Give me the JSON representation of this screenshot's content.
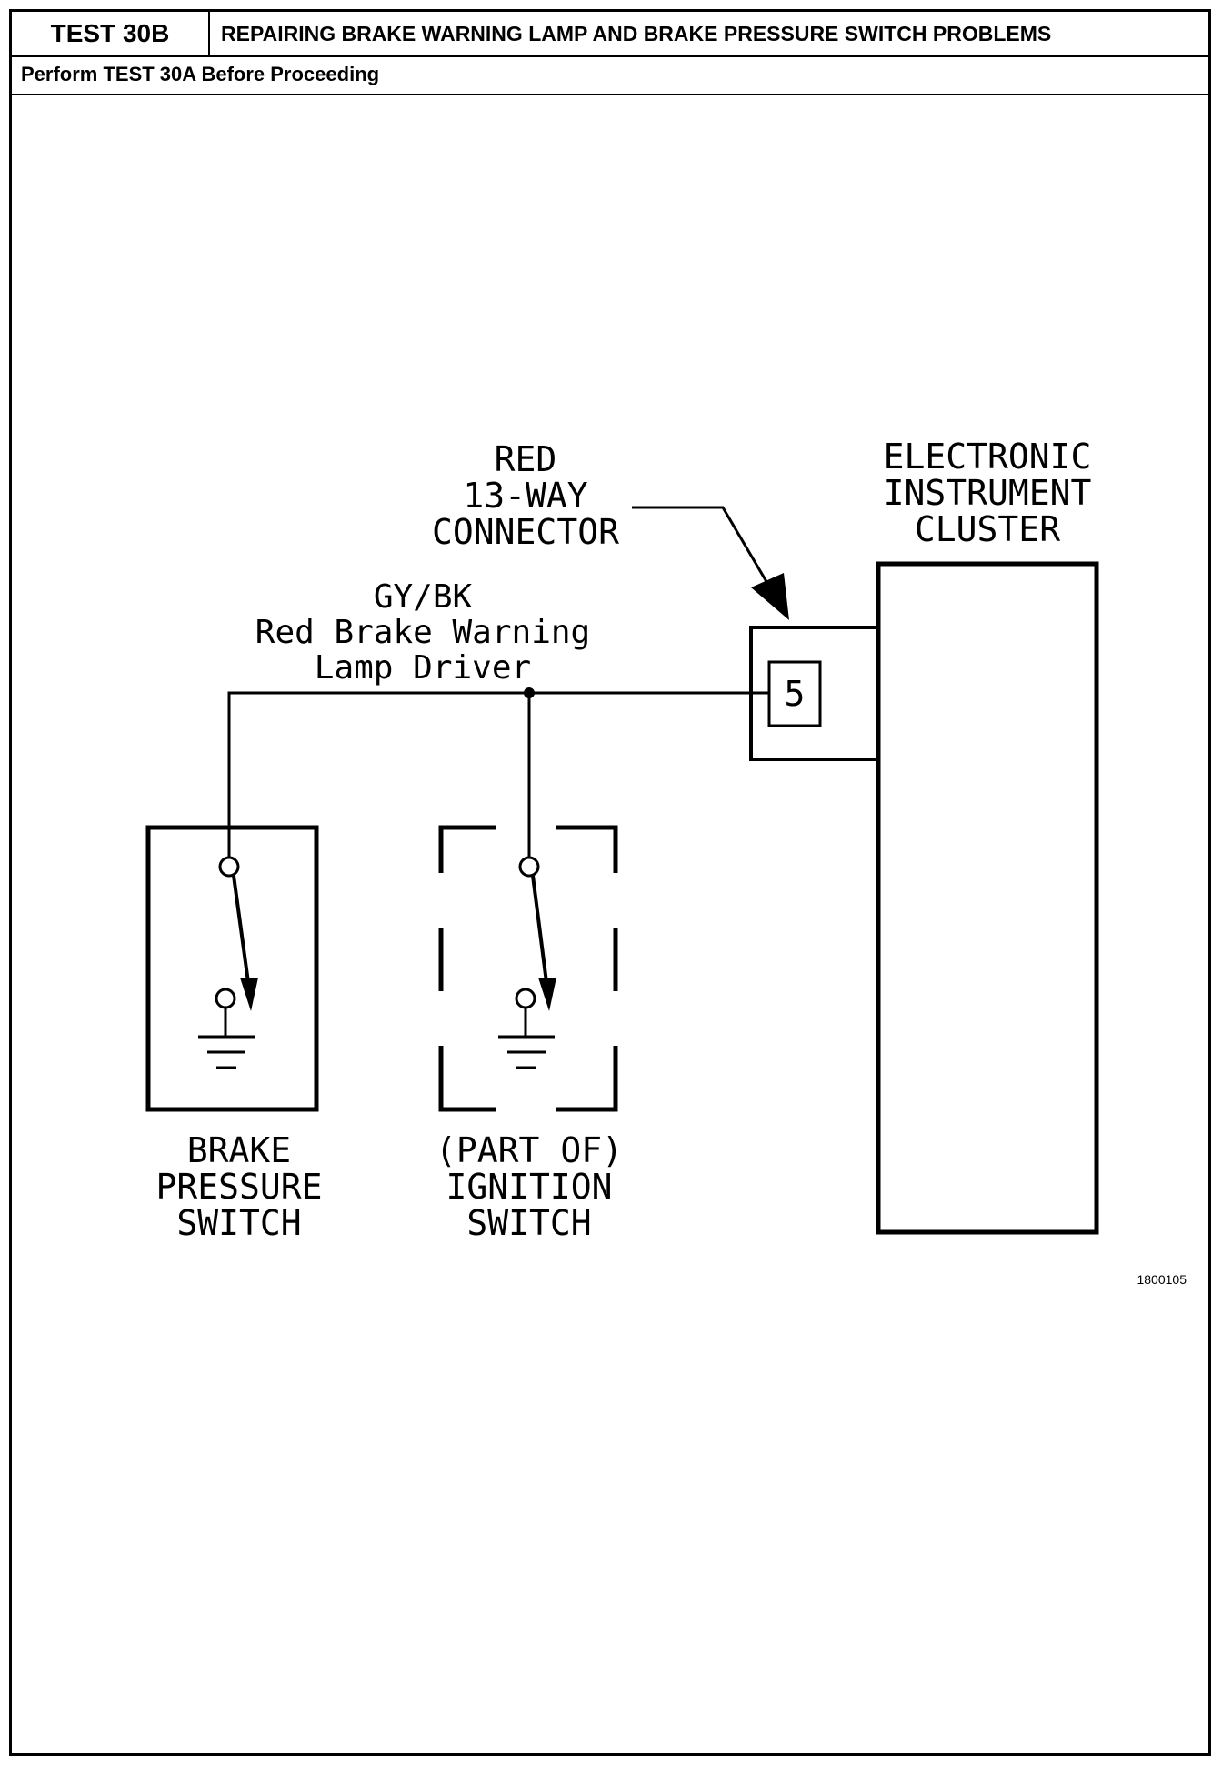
{
  "header": {
    "test_id": "TEST 30B",
    "title": "REPAIRING BRAKE WARNING LAMP AND BRAKE PRESSURE SWITCH PROBLEMS",
    "subtitle": "Perform TEST 30A Before Proceeding"
  },
  "diagram": {
    "connector_label": [
      "RED",
      "13-WAY",
      "CONNECTOR"
    ],
    "cluster_label": [
      "ELECTRONIC",
      "INSTRUMENT",
      "CLUSTER"
    ],
    "wire_label": [
      "GY/BK",
      "Red Brake Warning",
      "Lamp Driver"
    ],
    "pin_number": "5",
    "brake_switch_label": [
      "BRAKE",
      "PRESSURE",
      "SWITCH"
    ],
    "ignition_switch_label": [
      "(PART OF)",
      "IGNITION",
      "SWITCH"
    ],
    "figure_number": "1800105"
  }
}
